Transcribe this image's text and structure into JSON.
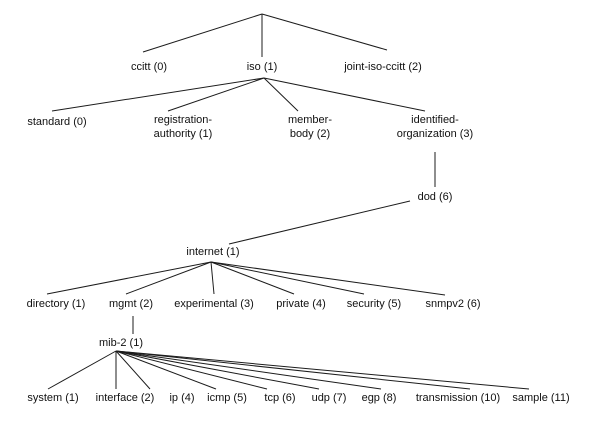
{
  "diagram": {
    "kind": "tree",
    "colors": {
      "background": "#ffffff",
      "line": "#1c1c1c",
      "text": "#111111"
    }
  },
  "nodes": {
    "ccitt": {
      "label": "ccitt (0)"
    },
    "iso": {
      "label": "iso (1)"
    },
    "joint_iso_ccitt": {
      "label": "joint-iso-ccitt (2)"
    },
    "standard": {
      "label": "standard (0)"
    },
    "registration_authority": {
      "label": "registration-\nauthority (1)"
    },
    "member_body": {
      "label": "member-\nbody (2)"
    },
    "identified_organization": {
      "label": "identified-\norganization (3)"
    },
    "dod": {
      "label": "dod (6)"
    },
    "internet": {
      "label": "internet (1)"
    },
    "directory": {
      "label": "directory (1)"
    },
    "mgmt": {
      "label": "mgmt (2)"
    },
    "experimental": {
      "label": "experimental (3)"
    },
    "private": {
      "label": "private (4)"
    },
    "security": {
      "label": "security (5)"
    },
    "snmpv2": {
      "label": "snmpv2 (6)"
    },
    "mib2": {
      "label": "mib-2 (1)"
    },
    "system": {
      "label": "system (1)"
    },
    "interface": {
      "label": "interface (2)"
    },
    "ip": {
      "label": "ip (4)"
    },
    "icmp": {
      "label": "icmp (5)"
    },
    "tcp": {
      "label": "tcp (6)"
    },
    "udp": {
      "label": "udp (7)"
    },
    "egp": {
      "label": "egp (8)"
    },
    "transmission": {
      "label": "transmission (10)"
    },
    "sample": {
      "label": "sample (11)"
    }
  },
  "hierarchy": {
    "root": [
      "ccitt",
      "iso",
      "joint_iso_ccitt"
    ],
    "iso": [
      "standard",
      "registration_authority",
      "member_body",
      "identified_organization"
    ],
    "identified_organization": [
      "dod"
    ],
    "dod": [
      "internet"
    ],
    "internet": [
      "directory",
      "mgmt",
      "experimental",
      "private",
      "security",
      "snmpv2"
    ],
    "mgmt": [
      "mib2"
    ],
    "mib2": [
      "system",
      "interface",
      "ip",
      "icmp",
      "tcp",
      "udp",
      "egp",
      "transmission",
      "sample"
    ]
  }
}
